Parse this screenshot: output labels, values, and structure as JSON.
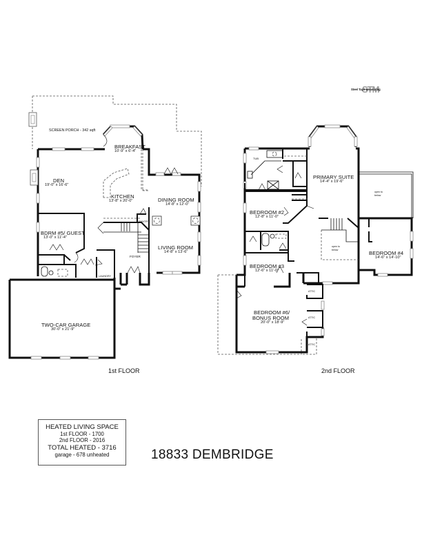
{
  "logo": {
    "brand_text": "Steel Tape Measuring",
    "mark": "STM"
  },
  "first_floor": {
    "label": "1st FLOOR",
    "rooms": [
      {
        "name": "SCREEN PORCH - 342 sqft",
        "dims": ""
      },
      {
        "name": "BREAKFAST",
        "dims": "10'-9\" x 6'-4\""
      },
      {
        "name": "DEN",
        "dims": "19'-0\" x 16'-6\""
      },
      {
        "name": "KITCHEN",
        "dims": "13'-8\" x 20'-0\""
      },
      {
        "name": "DINING ROOM",
        "dims": "14'-8\" x 12'-0\""
      },
      {
        "name": "BDRM #5/ GUEST",
        "dims": "13'-0\" x 11'-4\""
      },
      {
        "name": "LIVING ROOM",
        "dims": "14'-8\" x 13'-6\""
      },
      {
        "name": "TWO-CAR GARAGE",
        "dims": "30'-0\" x 21'-9\""
      }
    ],
    "small_labels": {
      "pantry": "PANTRY",
      "foyer": "FOYER",
      "laundry": "LAUNDRY"
    }
  },
  "second_floor": {
    "label": "2nd FLOOR",
    "rooms": [
      {
        "name": "PRIMARY SUITE",
        "dims": "14'-4\" x 19'-6\""
      },
      {
        "name": "BEDROOM #2",
        "dims": "12'-8\" x 11'-0\""
      },
      {
        "name": "BEDROOM #3",
        "dims": "12'-6\" x 11'-0\""
      },
      {
        "name": "BEDROOM #4",
        "dims": "14'-6\" x 14'-10\""
      },
      {
        "name": "BEDROOM #6/",
        "name2": "BONUS ROOM",
        "dims": "20'-0\" x 18'-9\""
      }
    ],
    "small_labels": {
      "tub": "TUB",
      "open_to_below_1": "open to",
      "open_to_below_1b": "below",
      "open_to_below_2": "open to",
      "open_to_below_2b": "below",
      "attic": "ATTIC"
    }
  },
  "summary": {
    "heading": "HEATED LIVING SPACE",
    "first_floor": "1st FLOOR - 1700",
    "second_floor": "2nd FLOOR - 2016",
    "total": "TOTAL HEATED - 3716",
    "garage": "garage - 678 unheated"
  },
  "address": "18833 DEMBRIDGE",
  "colors": {
    "wall": "#111111",
    "window": "#9a9a9a",
    "dashed": "#555555",
    "background": "#ffffff"
  }
}
